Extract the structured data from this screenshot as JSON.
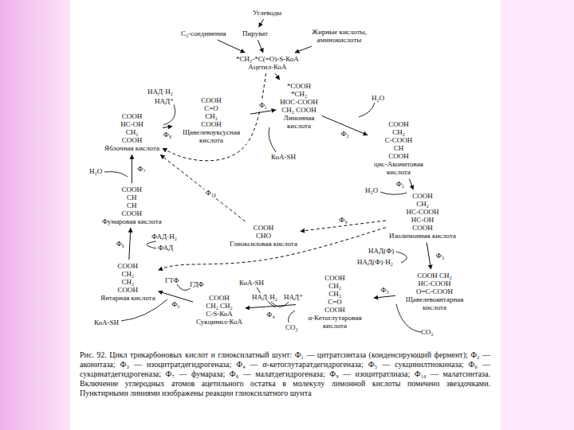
{
  "diagram": {
    "caption": "Рис. 92. Цикл трикарбоновых кислот и глиоксилатный шунт: Ф₁ — цитратсинтаза (конденсирующий фермент); Ф₂ — аконитаза; Ф₃ — изоцитратдегидрогеназа; Ф₄ — α-кетоглутаратдегидрогеназа; Ф₅ — сукцинилтиокиназа; Ф₆ — сукцинатдегидрогеназа; Ф₇ — фумараза; Ф₈ — малатдегидрогеназа; Ф₉ — изоцитратлиаза; Ф₁₀ — малатсинтаза. Включение углеродных атомов ацетильного остатка в молекулу лимонной кислоты помечено звездочками. Пунктирными линиями изображены реакции глиоксилатного шунта",
    "nodes": [
      {
        "text": [
          "Углеводы"
        ]
      },
      {
        "text": [
          "С₂-соединения"
        ]
      },
      {
        "text": [
          "Пируват"
        ]
      },
      {
        "text": [
          "Жирные кислоты, аминокислоты"
        ]
      },
      {
        "text": [
          "*CH₃‑*C(=O)‑S‑КоА",
          "Ацетил-КоА"
        ]
      },
      {
        "text": [
          "COOH C=O CH₂ COOH",
          "Щавелевоуксусная кислота"
        ]
      },
      {
        "text": [
          "*COOH *CH₂ HOC‑COOH CH₂ COOH",
          "Лимонная кислота"
        ]
      },
      {
        "text": [
          "COOH HC‑OH CH₂ COOH",
          "Яблочная кислота"
        ]
      },
      {
        "text": [
          "COOH CH₂ C‑COOH CH COOH",
          "цис-Аконитовая кислота"
        ]
      },
      {
        "text": [
          "COOH CHO",
          "Глиоксиловая кислота"
        ]
      },
      {
        "text": [
          "COOH CH CH COOH",
          "Фумаровая кислота"
        ]
      },
      {
        "text": [
          "COOH CH₂ HC‑COOH HC‑OH COOH",
          "Изолимонная кислота"
        ]
      },
      {
        "text": [
          "COOH CH₂ CH₂ COOH",
          "Янтарная кислота"
        ]
      },
      {
        "text": [
          "COOH CH₂ HC‑COOH O=C‑COOH",
          "Щавелевоянтарная кислота"
        ]
      },
      {
        "text": [
          "COOH CH₂ CH₂ C‑S‑КоА",
          "Сукцинил-КоА"
        ]
      },
      {
        "text": [
          "COOH CH₂ CH₂ C=O COOH",
          "α-Кетоглутаровая кислота"
        ]
      }
    ],
    "edges": [
      {
        "from": 0,
        "to": 2,
        "arrow": "to"
      },
      {
        "from": 1,
        "to": 4,
        "arrow": "to"
      },
      {
        "from": 2,
        "to": 4,
        "arrow": "to"
      },
      {
        "from": 3,
        "to": 4,
        "arrow": "to"
      },
      {
        "from": 4,
        "to": 6,
        "arrow": "to"
      },
      {
        "from": 5,
        "to": 6,
        "label": "Ф₁",
        "arrow": "to"
      },
      {
        "from": 6,
        "to": 8,
        "label": "Ф₂",
        "arrow": "to"
      },
      {
        "from": 8,
        "to": 11,
        "label": "Ф₂",
        "arrow": "to"
      },
      {
        "from": 11,
        "to": 13,
        "label": "Ф₃",
        "arrow": "to"
      },
      {
        "from": 13,
        "to": 15,
        "label": "Ф₃",
        "arrow": "to"
      },
      {
        "from": 15,
        "to": 14,
        "label": "Ф₄",
        "arrow": "to"
      },
      {
        "from": 14,
        "to": 12,
        "label": "Ф₅",
        "arrow": "to"
      },
      {
        "from": 12,
        "to": 10,
        "label": "Ф₆",
        "arrow": "to"
      },
      {
        "from": 10,
        "to": 7,
        "label": "Ф₇",
        "arrow": "to"
      },
      {
        "from": 7,
        "to": 5,
        "label": "Ф₈",
        "arrow": "to"
      },
      {
        "from": 11,
        "to": 9,
        "label": "Ф₉",
        "arrow": "to"
      },
      {
        "from": 11,
        "to": 12,
        "arrow": "to"
      },
      {
        "from": 9,
        "to": 7,
        "label": "Ф₁₀",
        "arrow": "to"
      },
      {
        "from": 4,
        "to": 7,
        "arrow": "to"
      }
    ],
    "labels": [
      "НАД·Н₂",
      "НАД⁺",
      "H₂O",
      "КоА-SH",
      "H₂O",
      "H₂O",
      "ФАД·Н₂",
      "ФАД",
      "НАД(Ф)",
      "НАД(Ф)·Н₂",
      "ГТФ",
      "ГДФ",
      "КоА-SH",
      "НАД·Н₂",
      "НАД⁺",
      "CO₂",
      "CO₂",
      "КоА-SH"
    ]
  }
}
